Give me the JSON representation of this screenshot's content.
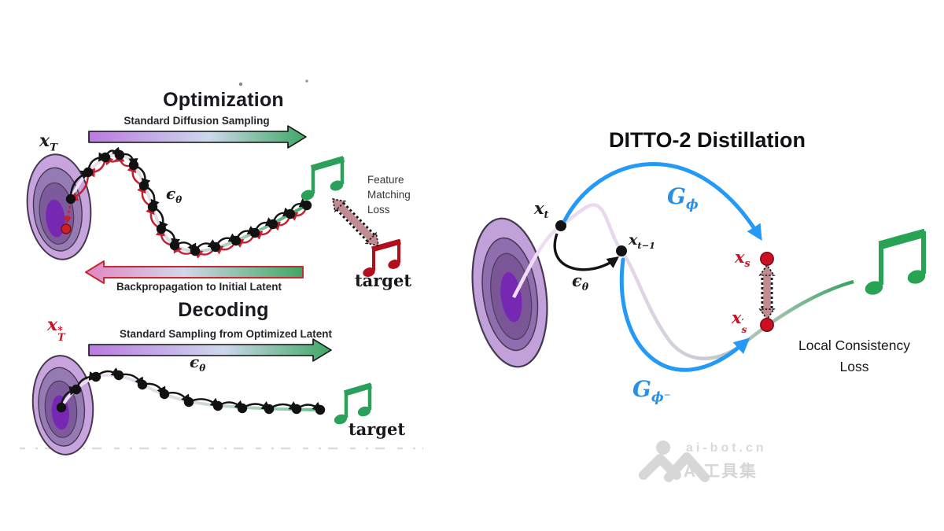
{
  "left": {
    "optimization_title": "Optimization",
    "sampling_label": "Standard Diffusion Sampling",
    "backprop_label": "Backpropagation to Initial Latent",
    "decoding_title": "Decoding",
    "decoding_sampling_label": "Standard Sampling from Optimized Latent",
    "x_T": {
      "base": "x",
      "sub": "T"
    },
    "x_T_star": {
      "base": "x",
      "sup": "*",
      "sub": "T"
    },
    "eps_theta": {
      "base": "ϵ",
      "sub": "θ"
    },
    "eps_theta_decode": {
      "base": "ϵ",
      "sub": "θ"
    },
    "feature_loss": {
      "line1": "Feature",
      "line2": "Matching",
      "line3": "Loss"
    },
    "target_red": "target",
    "target_green": "target"
  },
  "right": {
    "title": "DITTO-2 Distillation",
    "x_t": {
      "base": "x",
      "sub": "t"
    },
    "x_t_minus_1": {
      "base": "x",
      "sub": "t−1"
    },
    "eps_theta": {
      "base": "ϵ",
      "sub": "θ"
    },
    "G_phi": {
      "base": "G",
      "sub": "ϕ"
    },
    "G_phi_minus": {
      "base": "G",
      "sub": "ϕ⁻"
    },
    "x_s": {
      "base": "x",
      "sub": "s"
    },
    "x_s_prime": {
      "base": "x",
      "sup": "′",
      "sub": "s"
    },
    "local_loss": {
      "line1": "Local Consistency",
      "line2": "Loss"
    }
  },
  "watermark": {
    "domain": "ai-bot.cn",
    "brand": "AI工具集"
  },
  "colors": {
    "arrow_purple": "#b97ae0",
    "arrow_green": "#3fa763",
    "backprop_border": "#c22b33",
    "blue_arc": "#2499f5",
    "red_accent": "#c41425",
    "note_green": "#2ba05a",
    "note_red": "#b30e1c",
    "loss_arrow_mauve": "#c08b91",
    "latent_purple_core": "#7628b2",
    "watermark_gray": "#d9d9d9"
  }
}
